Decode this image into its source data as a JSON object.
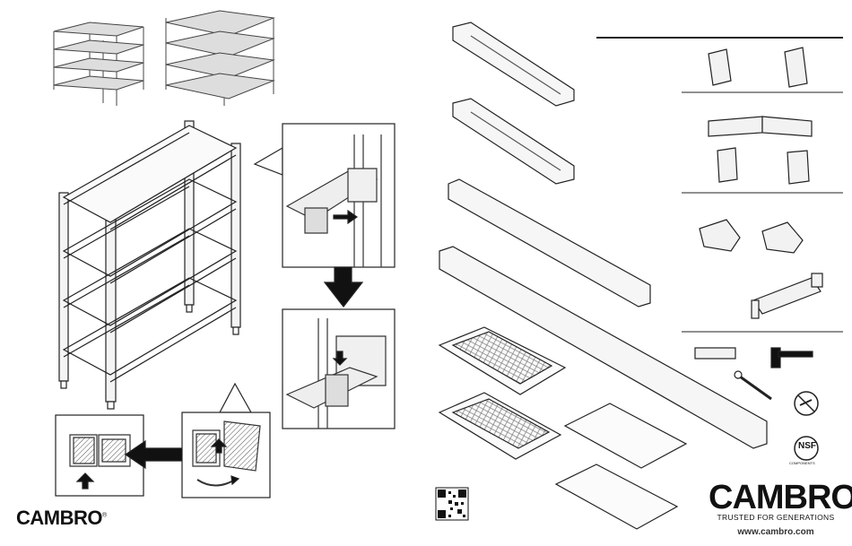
{
  "brand": {
    "name": "CAMBRO",
    "tagline": "TRUSTED FOR GENERATIONS",
    "url": "www.cambro.com",
    "trademark": "®"
  },
  "certification": {
    "nsf_label": "NSF",
    "nsf_sub": "COMPONENTS"
  },
  "icons": [
    "shelf-corner-unit-icon",
    "shelf-l-unit-icon",
    "arrow-down-icon",
    "arrow-left-icon",
    "hammer-icon",
    "wrench-icon",
    "level-icon",
    "no-tools-icon",
    "qr-code-icon"
  ]
}
